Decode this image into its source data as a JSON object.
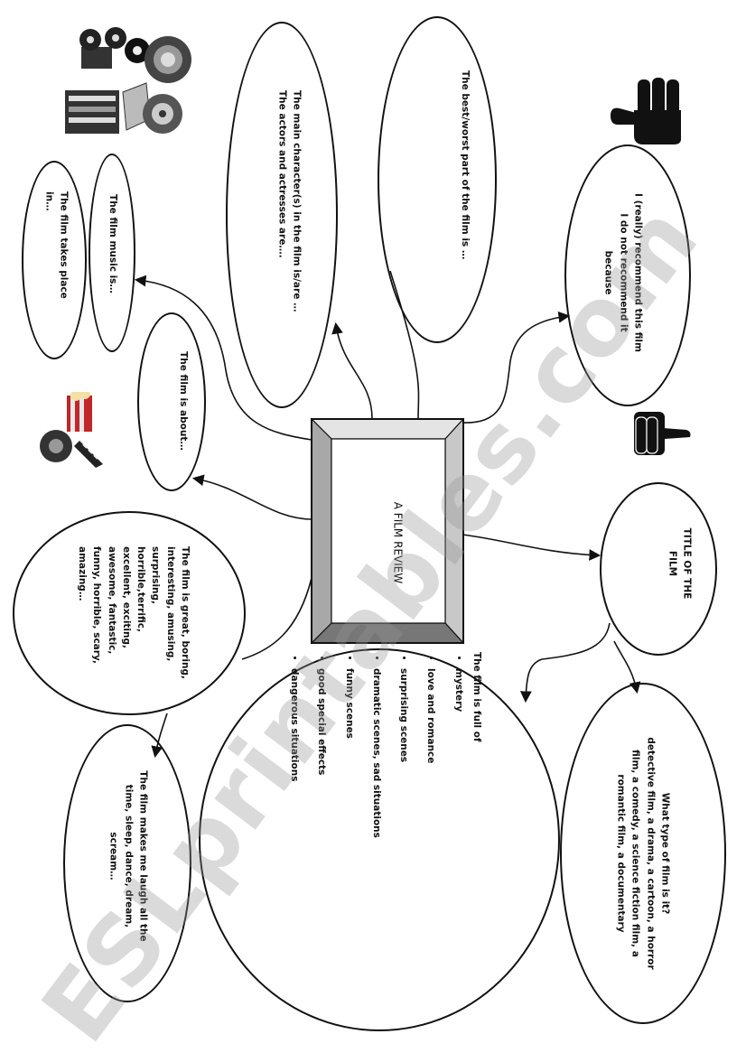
{
  "center": {
    "title": "A FILM REVIEW"
  },
  "bubbles": {
    "main_characters": {
      "line1": "The main character(s) in the film is/are …",
      "line2": "The actors and actresses are…."
    },
    "best_worst": {
      "text": "The best/worst part of the film is …"
    },
    "music": {
      "text": "The film music is…"
    },
    "takes_place": {
      "text": "The film takes place in…"
    },
    "about": {
      "text": "The film is about…"
    },
    "recommend": {
      "line1": "I (really) recommend this film",
      "line2": "I do not recommend it",
      "line3": "because"
    },
    "title_of_film": {
      "text": "TITLE OF THE FILM"
    },
    "opinion": {
      "text": "The film is great, boring, interesting, amusing, surprising, horrible,terrific, excellent, exciting, awesome, fantastic, funny, horrible, scary, amazing…"
    },
    "full_of": {
      "heading": "The film is full of",
      "items": [
        "mystery",
        "love and romance",
        "surprising scenes",
        "dramatic scenes, sad situations",
        "funny scenes",
        "good special effects",
        "dangerous situations"
      ]
    },
    "type": {
      "heading": "What type of film is it?",
      "text": "detective film, a drama, a cartoon, a horror film, a comedy, a science fiction film, a romantic film, a documentary"
    },
    "makes_me": {
      "text": "The film makes me laugh all the time, sleep, dance, dream, scream…"
    }
  },
  "watermark": {
    "text": "ESLprintables.com"
  },
  "icons": [
    "film-equipment-icon",
    "thumbs-up-icon",
    "thumbs-down-icon",
    "popcorn-film-icon"
  ]
}
